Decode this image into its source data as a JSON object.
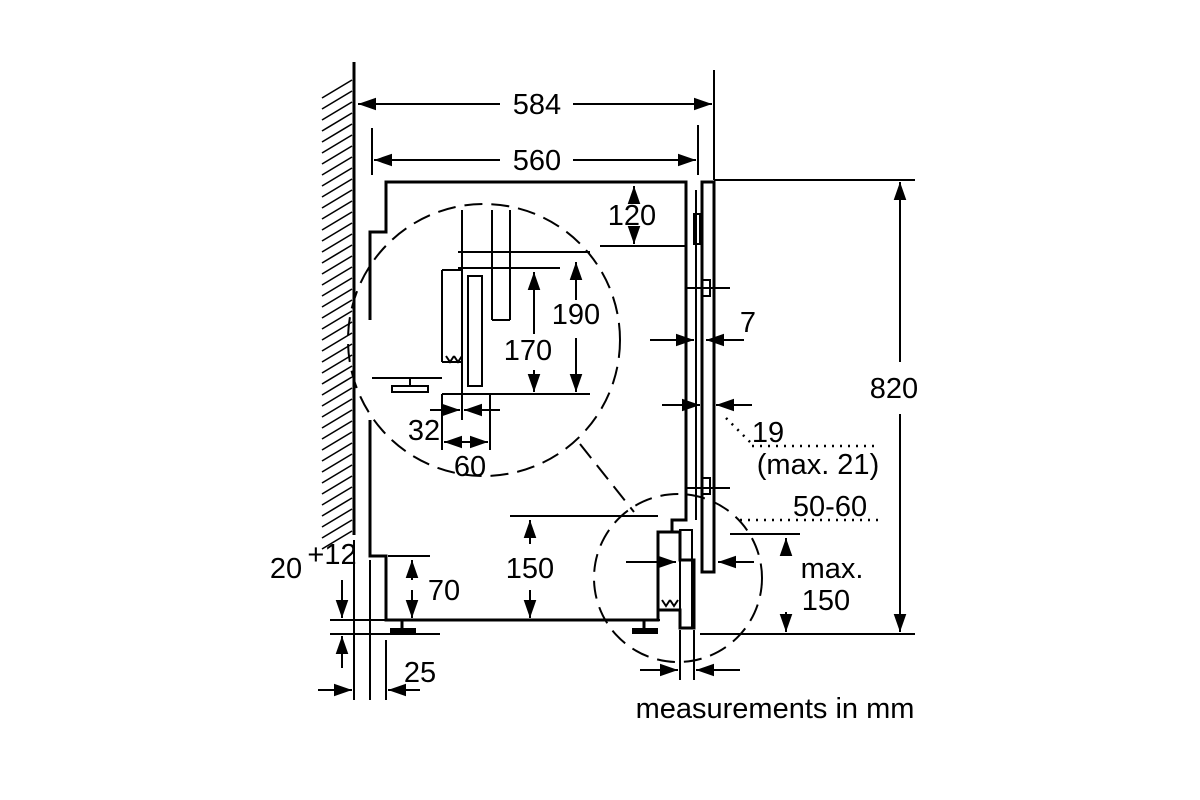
{
  "labels": {
    "width_overall": "584",
    "width_inner": "560",
    "top_gap": "120",
    "height_190": "190",
    "height_170": "170",
    "depth_32": "32",
    "depth_60": "60",
    "door_gap_7": "7",
    "height_total": "820",
    "door_thickness": "19",
    "door_thickness_max": "(max. 21)",
    "plinth_gap": "50-60",
    "plinth_height": "150",
    "foot_height": "70",
    "plinth_max_line1": "max.",
    "plinth_max_line2": "150",
    "wall_gap_base": "20",
    "wall_gap_plus": "+12",
    "wall_offset": "25",
    "units_note": "measurements in mm"
  }
}
